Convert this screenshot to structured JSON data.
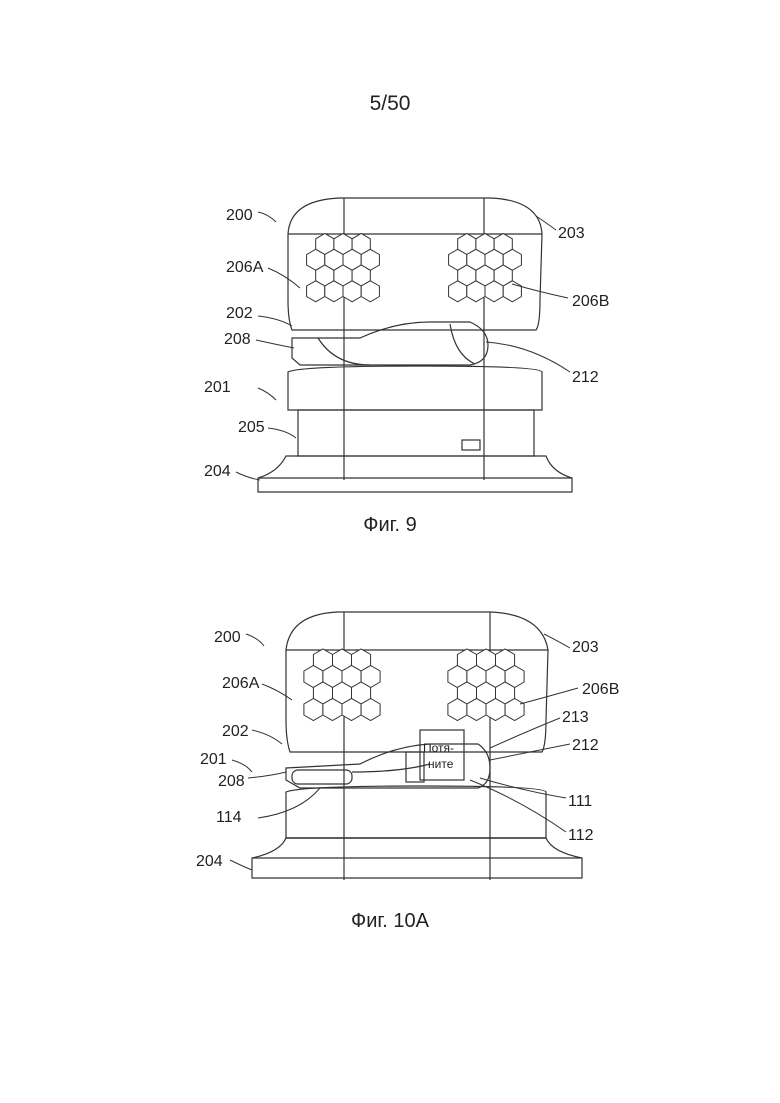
{
  "page": {
    "number": "5/50"
  },
  "fig9": {
    "caption": "Фиг. 9",
    "labels": {
      "l200": "200",
      "l203": "203",
      "l206A": "206A",
      "l206B": "206B",
      "l202": "202",
      "l208": "208",
      "l212": "212",
      "l201": "201",
      "l205": "205",
      "l204": "204"
    }
  },
  "fig10a": {
    "caption": "Фиг. 10A",
    "tab_text_line1": "Потя-",
    "tab_text_line2": "ните",
    "labels": {
      "l200": "200",
      "l203": "203",
      "l206A": "206A",
      "l206B": "206B",
      "l213": "213",
      "l202": "202",
      "l212": "212",
      "l201": "201",
      "l208": "208",
      "l111": "111",
      "l114": "114",
      "l112": "112",
      "l204": "204"
    }
  },
  "colors": {
    "line": "#333333",
    "background": "#ffffff"
  }
}
